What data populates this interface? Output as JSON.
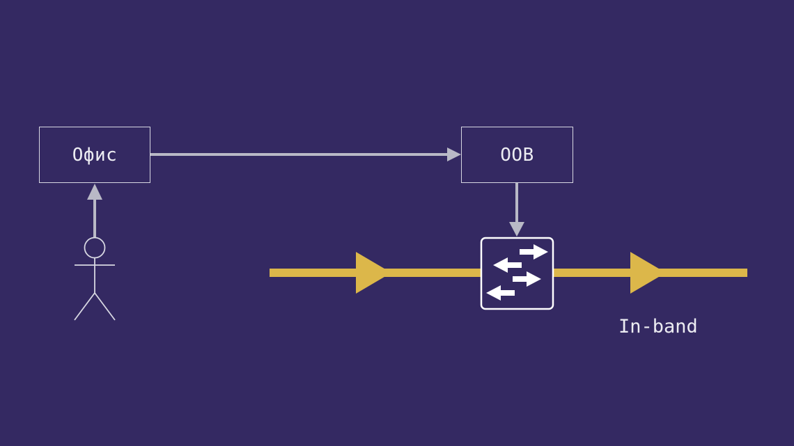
{
  "nodes": {
    "office_label": "Офис",
    "oob_label": "OOB",
    "inband_label": "In-band"
  },
  "icons": {
    "person": "person-icon",
    "switch": "network-switch-icon"
  },
  "colors": {
    "background": "#342962",
    "connector": "#b9b9c6",
    "inband_line": "#dcb74a",
    "text": "#ececf2",
    "switch_fill": "#342962",
    "switch_border": "#ffffff"
  }
}
